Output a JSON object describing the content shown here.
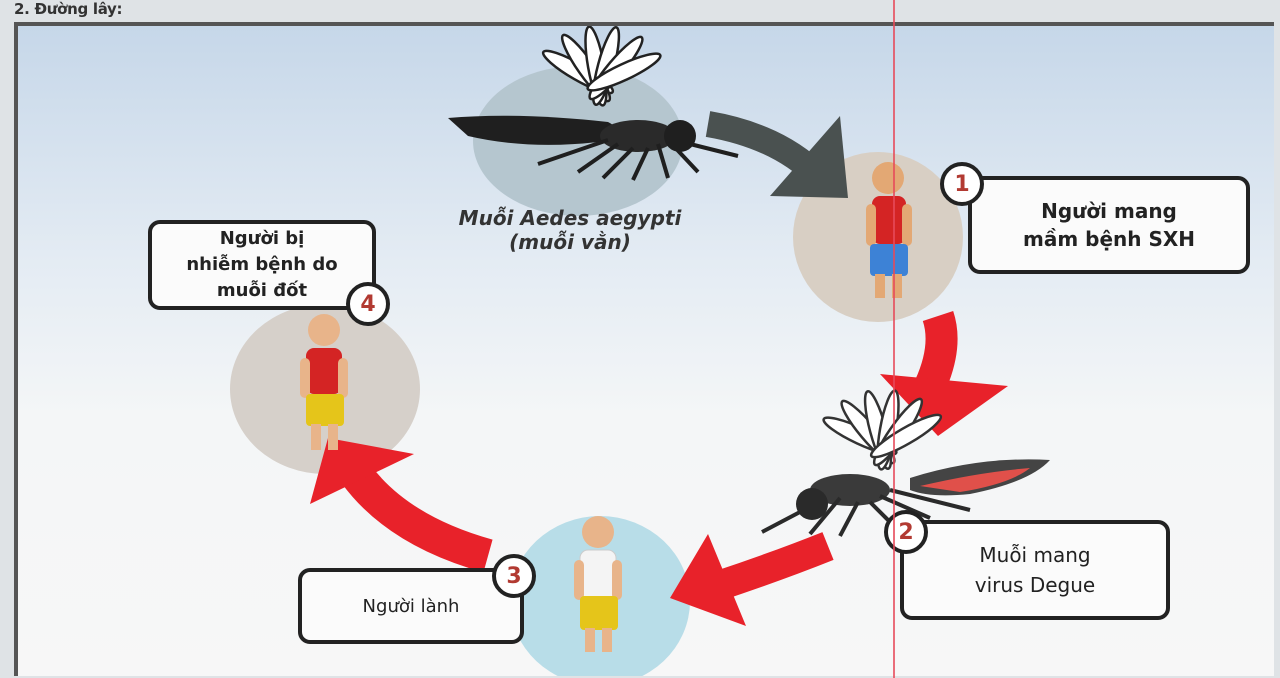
{
  "heading": "2. Đường lây:",
  "vector_caption": {
    "line1": "Muỗi Aedes aegypti",
    "line2": "(muỗi vằn)"
  },
  "steps": [
    {
      "number": "1",
      "lines": [
        "Người mang",
        "mầm bệnh SXH"
      ]
    },
    {
      "number": "2",
      "lines": [
        "Muỗi mang",
        "virus Degue"
      ]
    },
    {
      "number": "3",
      "lines": [
        "Người lành"
      ]
    },
    {
      "number": "4",
      "lines": [
        "Người bị",
        "nhiễm bệnh do",
        "muỗi đốt"
      ]
    }
  ],
  "colors": {
    "arrow_dark": "#4a5150",
    "arrow_red": "#e8222a",
    "shirt_red": "#d42424",
    "shirt_white": "#f4f4f4",
    "shorts_blue": "#3d82d6",
    "shorts_yellow": "#e5c51a",
    "number_text": "#b23a32"
  }
}
